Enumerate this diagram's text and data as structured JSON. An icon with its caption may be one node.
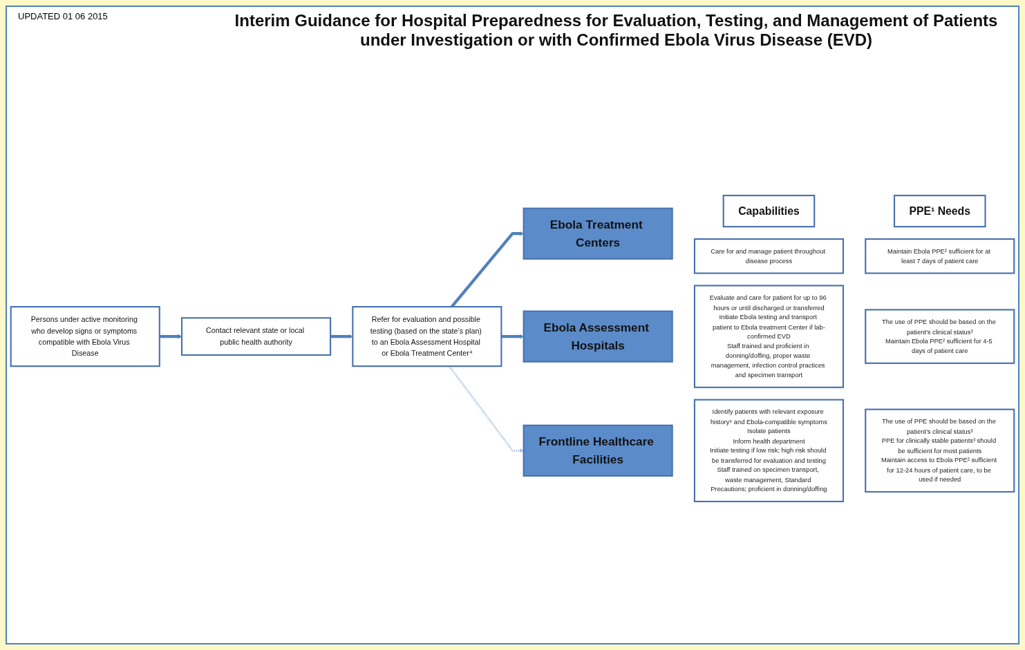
{
  "diagram": {
    "title": "Interim Guidance for Hospital Preparedness for Evaluation, Testing, and Management of Patients under Investigation or with Confirmed Ebola Virus Disease (EVD)",
    "nodes": [
      {
        "text": [
          "Persons under active monitoring who develop signs or symptoms compatible with Ebola Virus Disease"
        ]
      },
      {
        "text": [
          "Contact relevant state or local public health authority"
        ]
      },
      {
        "text": [
          "Refer for evaluation and possible testing (based on the state’s plan) to an Ebola Assessment Hospital or Ebola Treatment Center⁴"
        ]
      },
      {
        "text": [
          "Ebola Treatment Centers"
        ]
      },
      {
        "text": [
          "Ebola Assessment Hospitals"
        ]
      },
      {
        "text": [
          "Frontline Healthcare Facilities"
        ]
      },
      {
        "text": [
          "Capabilities"
        ]
      },
      {
        "text": [
          "PPE¹ Needs"
        ]
      },
      {
        "text": [
          "Care for and manage patient throughout disease process"
        ]
      },
      {
        "text": [
          "Maintain Ebola PPE² sufficient for at least 7 days of patient care"
        ]
      },
      {
        "text": [
          "Evaluate and care for patient for up to 96 hours or until discharged or transferred",
          "Initiate Ebola testing and transport patient to Ebola treatment Center if lab-confirmed EVD",
          "Staff trained and proficient in donning/doffing, proper waste management, infection control practices and specimen transport"
        ]
      },
      {
        "text": [
          "The use of PPE should be based on the patient’s clinical status³",
          "Maintain Ebola PPE² sufficient for 4-5 days of patient care"
        ]
      },
      {
        "text": [
          "Identify patients with relevant exposure history⁵ and Ebola-compatible symptoms",
          "Isolate patients",
          "Inform health department",
          "Initiate testing if low risk; high risk should be transferred for evaluation and testing",
          "Staff trained on specimen transport, waste management, Standard Precautions; proficient in donning/doffing"
        ]
      },
      {
        "text": [
          "The use of PPE should be based on the patient’s clinical status³",
          "PPE for clinically stable patients³ should be sufficient for most patients",
          "Maintain access to Ebola PPE² sufficient for 12-24 hours of patient care, to be used if needed"
        ]
      }
    ],
    "edges": [
      {
        "from": 0,
        "to": 1,
        "arrow": "to"
      },
      {
        "from": 1,
        "to": 2,
        "arrow": "to"
      },
      {
        "from": 2,
        "to": 3,
        "arrow": "to"
      },
      {
        "from": 2,
        "to": 4,
        "arrow": "to"
      },
      {
        "from": 2,
        "to": 5,
        "arrow": "to",
        "style": "dashed",
        "color": "#a9c1df"
      }
    ],
    "labels": [
      "UPDATED 01 06 2015"
    ]
  }
}
